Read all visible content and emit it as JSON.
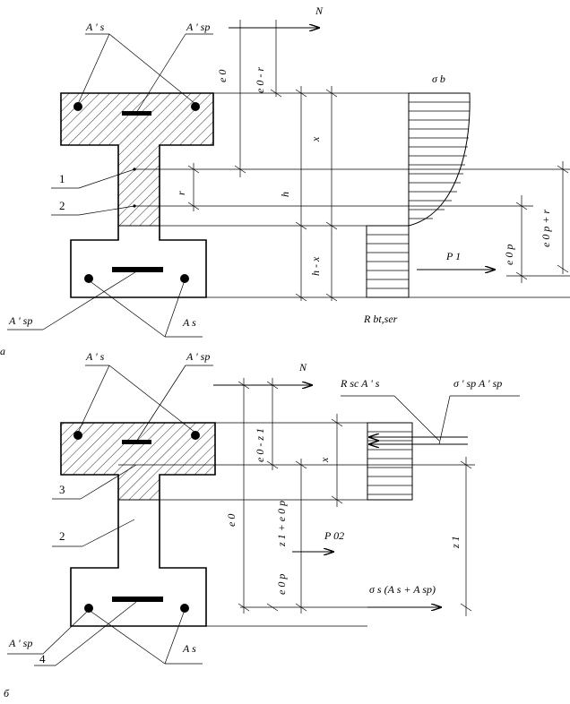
{
  "figure_a": {
    "panel_label": "а",
    "labels": {
      "as_prime": "A ' s",
      "asp_prime": "A ' sp",
      "N": "N",
      "e0": "e 0",
      "e0_minus_r": "e 0 - r",
      "sigma_b": "σ b",
      "x": "x",
      "h": "h",
      "r": "r",
      "h_minus_x": "h - x",
      "item_1": "1",
      "item_2": "2",
      "e0p": "e 0 p",
      "e0p_plus_r": "e 0 p + r",
      "P1": "P 1",
      "asp_bottom": "A ' sp",
      "as_bottom": "A s",
      "rbt": "R bt,ser"
    }
  },
  "figure_b": {
    "panel_label": "б",
    "labels": {
      "as_prime": "A ' s",
      "asp_prime": "A ' sp",
      "N": "N",
      "rsc": "R sc A ' s",
      "sigma_sp": "σ ' sp A ' sp",
      "e0_minus_z1": "e 0 - z 1",
      "x": "x",
      "item_3": "3",
      "e0": "e 0",
      "z1_plus_e0p": "z 1 + e 0 p",
      "P02": "P 02",
      "z1": "z 1",
      "item_2": "2",
      "e0p": "e 0 p",
      "sigma_s": "σ s (A s + A sp)",
      "asp_bottom": "A ' sp",
      "item_4": "4",
      "as_bottom": "A s"
    }
  }
}
